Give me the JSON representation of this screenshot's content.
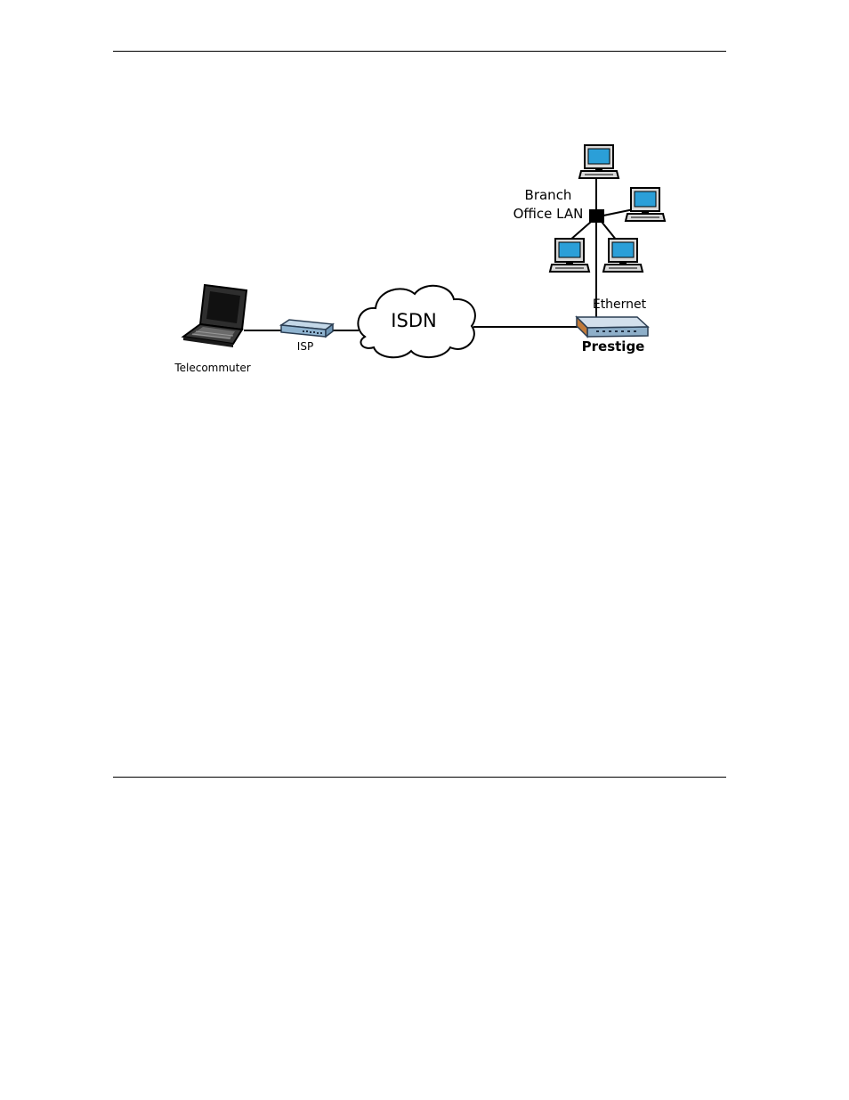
{
  "diagram": {
    "labels": {
      "branch_line1": "Branch",
      "branch_line2": "Office LAN",
      "ethernet": "Ethernet",
      "prestige": "Prestige",
      "isdn": "ISDN",
      "isp": "ISP",
      "telecommuter": "Telecommuter"
    }
  }
}
